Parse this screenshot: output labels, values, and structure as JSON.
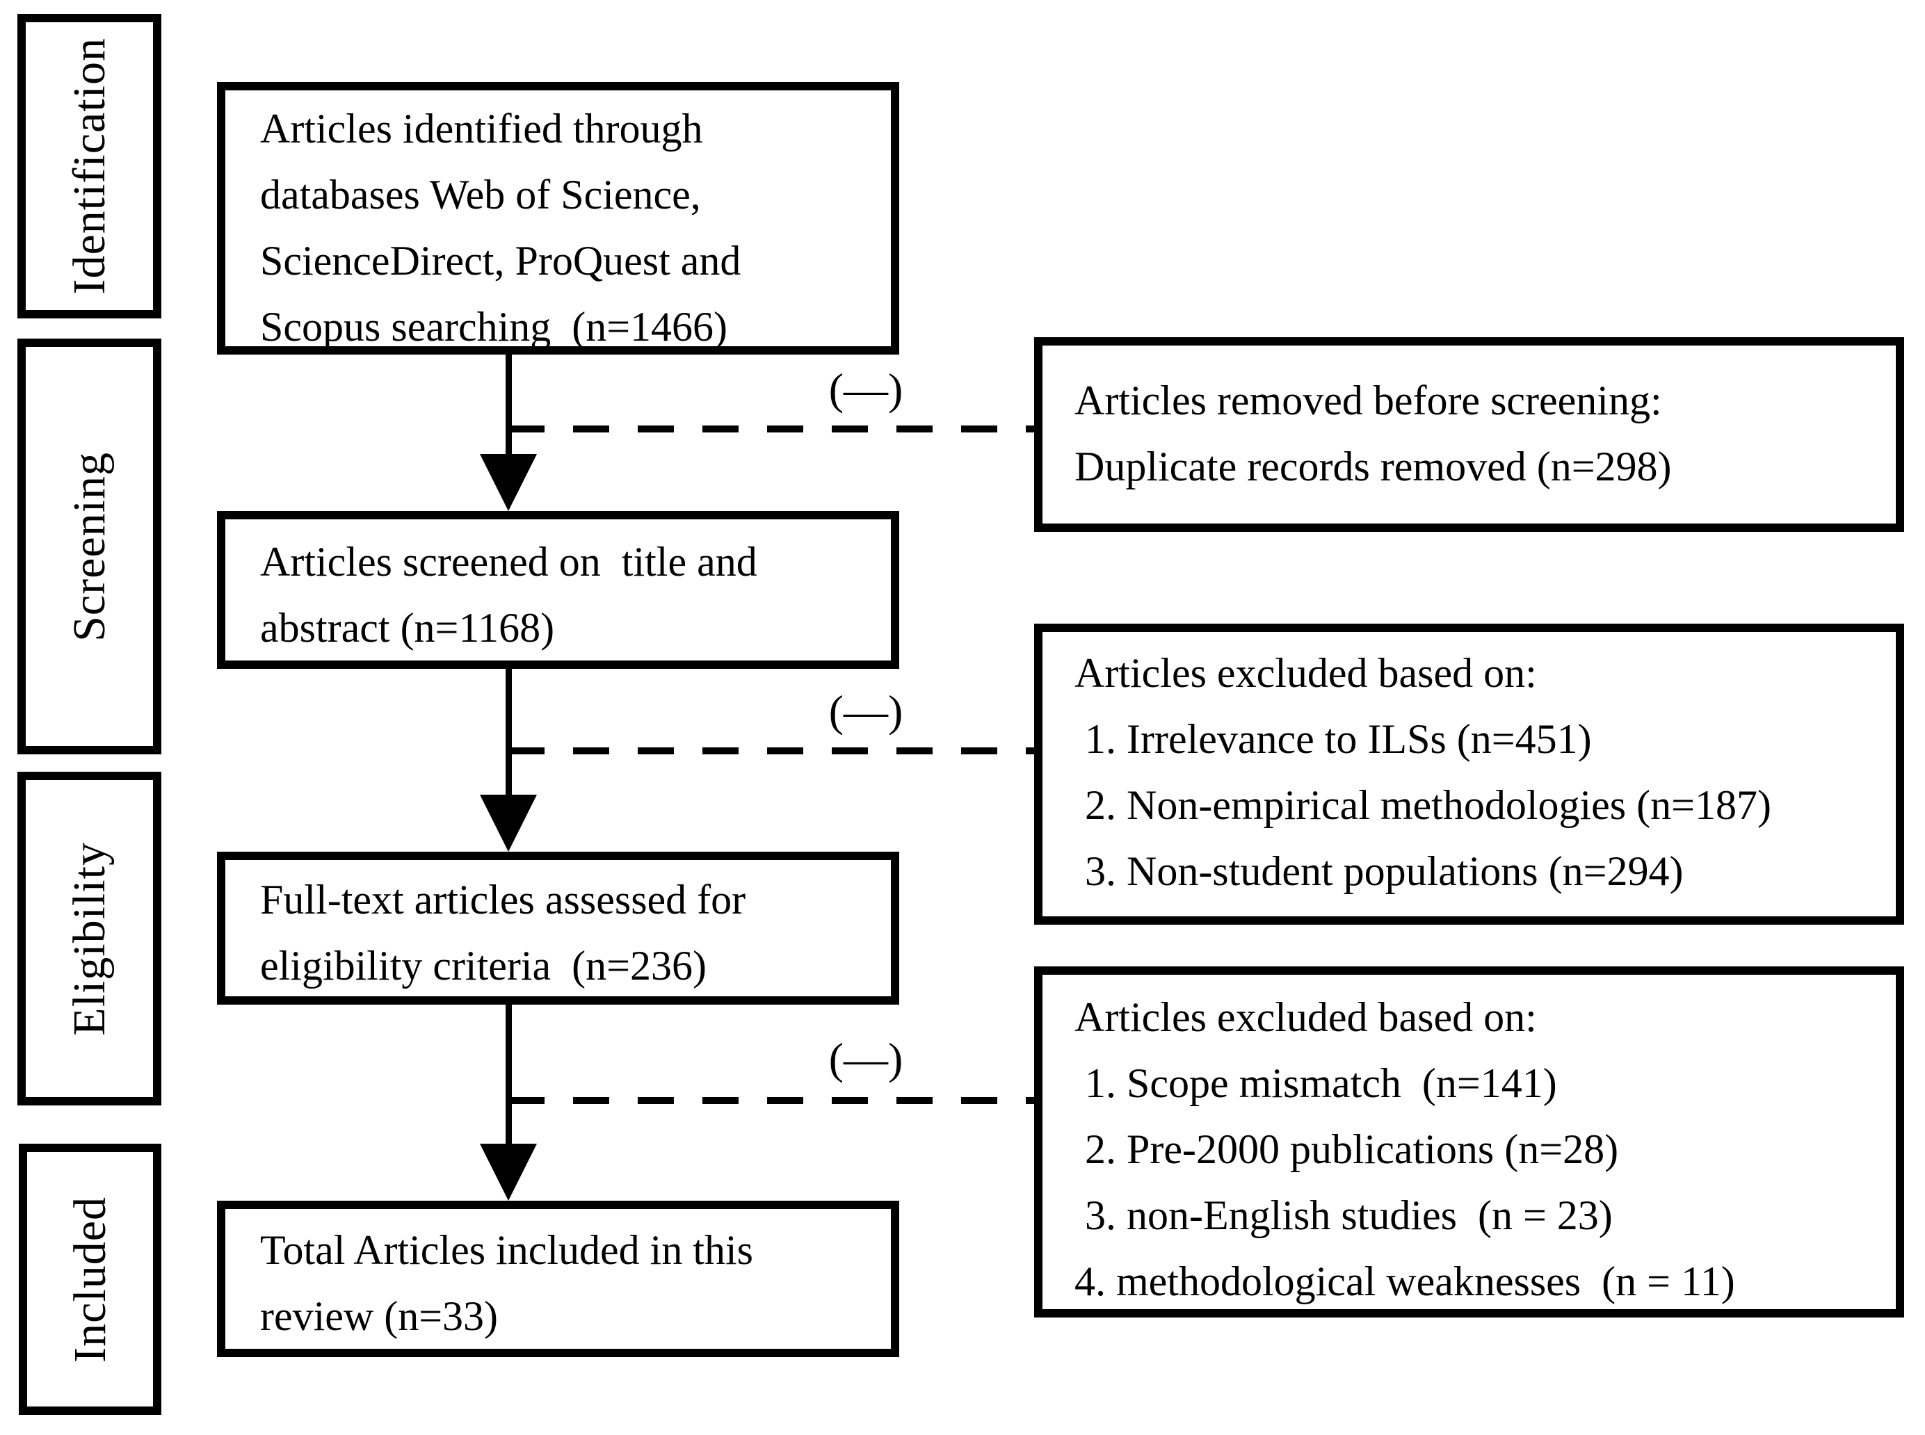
{
  "colors": {
    "ink": "#000000",
    "background": "#ffffff"
  },
  "connector_label": "(—)",
  "stages": [
    {
      "label": "Identification"
    },
    {
      "label": "Screening"
    },
    {
      "label": "Eligibility"
    },
    {
      "label": "Included"
    }
  ],
  "flow_boxes": [
    {
      "id": "identified",
      "n": 1466,
      "lines": [
        "Articles identified through",
        "databases Web of Science,",
        "ScienceDirect, ProQuest and",
        "Scopus searching  (n=1466)"
      ]
    },
    {
      "id": "screened",
      "n": 1168,
      "lines": [
        "Articles screened on  title and",
        "abstract (n=1168)"
      ]
    },
    {
      "id": "fulltext-assessed",
      "n": 236,
      "lines": [
        "Full-text articles assessed for",
        "eligibility criteria  (n=236)"
      ]
    },
    {
      "id": "included-total",
      "n": 33,
      "lines": [
        "Total Articles included in this",
        "review (n=33)"
      ]
    }
  ],
  "exclusion_boxes": [
    {
      "id": "removed-before-screening",
      "lines": [
        "Articles removed before screening:",
        "Duplicate records removed (n=298)"
      ]
    },
    {
      "id": "excluded-screening",
      "lines": [
        "Articles excluded based on:",
        " 1. Irrelevance to ILSs (n=451)",
        " 2. Non-empirical methodologies (n=187)",
        " 3. Non-student populations (n=294)"
      ]
    },
    {
      "id": "excluded-eligibility",
      "lines": [
        "Articles excluded based on:",
        " 1. Scope mismatch  (n=141)",
        " 2. Pre-2000 publications (n=28)",
        " 3. non-English studies  (n = 23)",
        "4. methodological weaknesses  (n = 11)"
      ]
    }
  ]
}
